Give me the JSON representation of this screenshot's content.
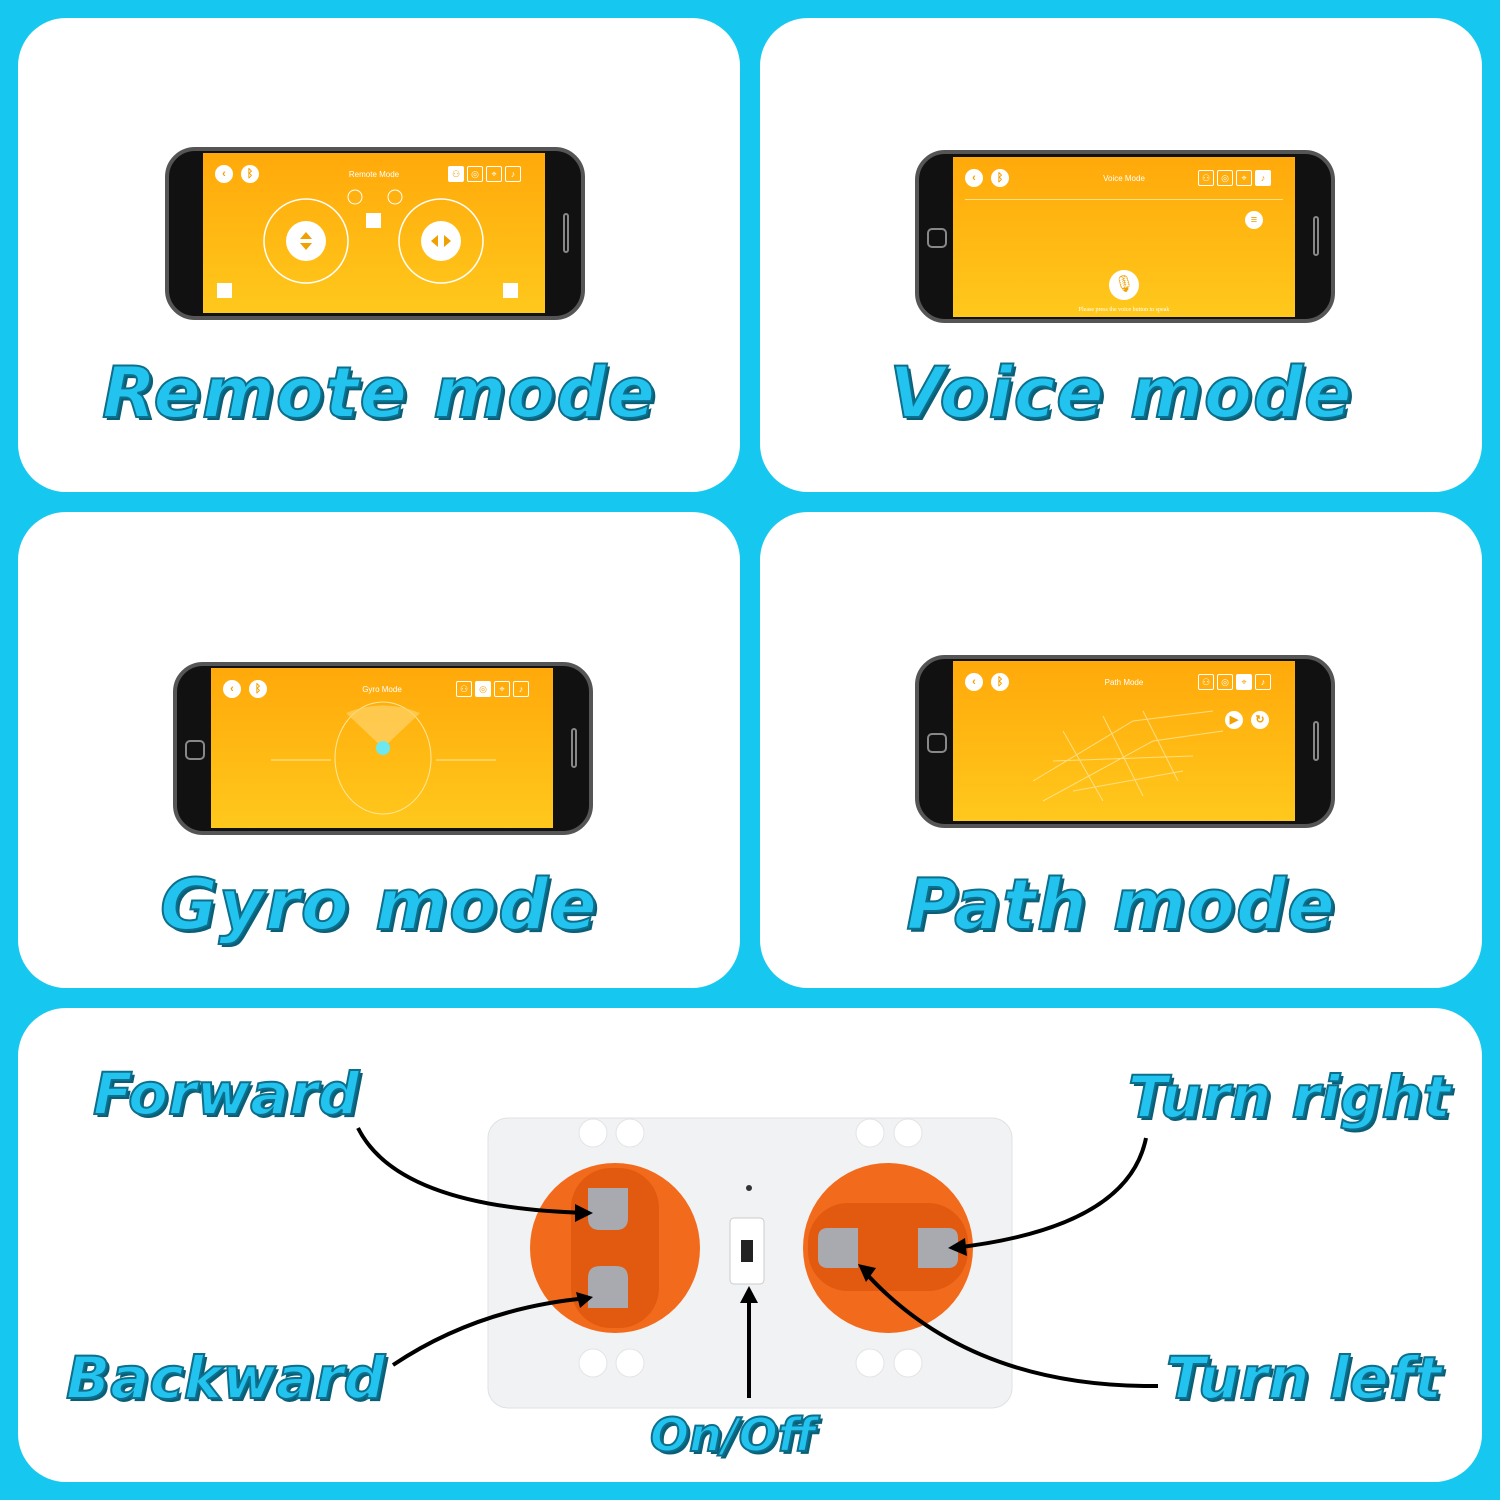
{
  "colors": {
    "background": "#16c8ef",
    "title": "#22c3ee",
    "screen": "#ffb30f",
    "knob": "#f26a1b",
    "button": "#a8aab0"
  },
  "panels": [
    {
      "title": "Remote mode",
      "screen_title": "Remote Mode"
    },
    {
      "title": "Voice mode",
      "screen_title": "Voice Mode",
      "hint": "Please press the voice button to speak"
    },
    {
      "title": "Gyro mode",
      "screen_title": "Gyro Mode"
    },
    {
      "title": "Path mode",
      "screen_title": "Path Mode"
    }
  ],
  "screen_icons": [
    "back-icon",
    "bluetooth-icon",
    "gamepad-icon",
    "gyro-icon",
    "path-icon",
    "microphone-icon"
  ],
  "controller": {
    "labels": {
      "forward": "Forward",
      "backward": "Backward",
      "turn_right": "Turn right",
      "turn_left": "Turn left",
      "power": "On/Off"
    }
  }
}
